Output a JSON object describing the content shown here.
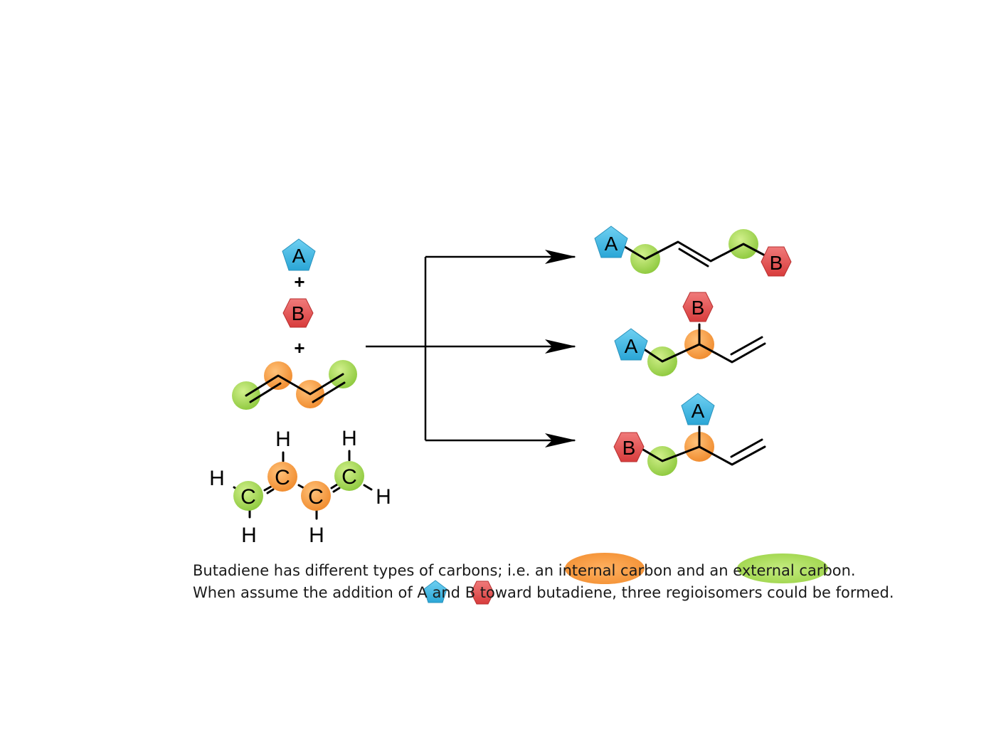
{
  "reactants": {
    "reagent_a": "A",
    "plus_1": "+",
    "reagent_b": "B",
    "plus_2": "+"
  },
  "structure_labels": {
    "carbon": "C",
    "hydrogen": "H"
  },
  "products": [
    {
      "a_label": "A",
      "b_label": "B"
    },
    {
      "a_label": "A",
      "b_label": "B"
    },
    {
      "a_label": "A",
      "b_label": "B"
    }
  ],
  "caption": {
    "line1_part1": "Butadiene has different types of carbons; i.e. an ",
    "line1_internal": "internal",
    "line1_part2": " carbon and an ",
    "line1_external": "external",
    "line1_part3": " carbon.",
    "line2_part1": "When assume the addition of ",
    "line2_a": "A",
    "line2_and": "and",
    "line2_b": "B",
    "line2_part2": "toward butadiene, three regioisomers could be formed."
  },
  "colors": {
    "reagent_a": "#3cb4e0",
    "reagent_b": "#e05050",
    "internal_carbon": "#f7963c",
    "external_carbon": "#9ed44a"
  },
  "icons": {
    "reagent_a_shape": "pentagon",
    "reagent_b_shape": "hexagon",
    "carbon_shape": "circle"
  }
}
